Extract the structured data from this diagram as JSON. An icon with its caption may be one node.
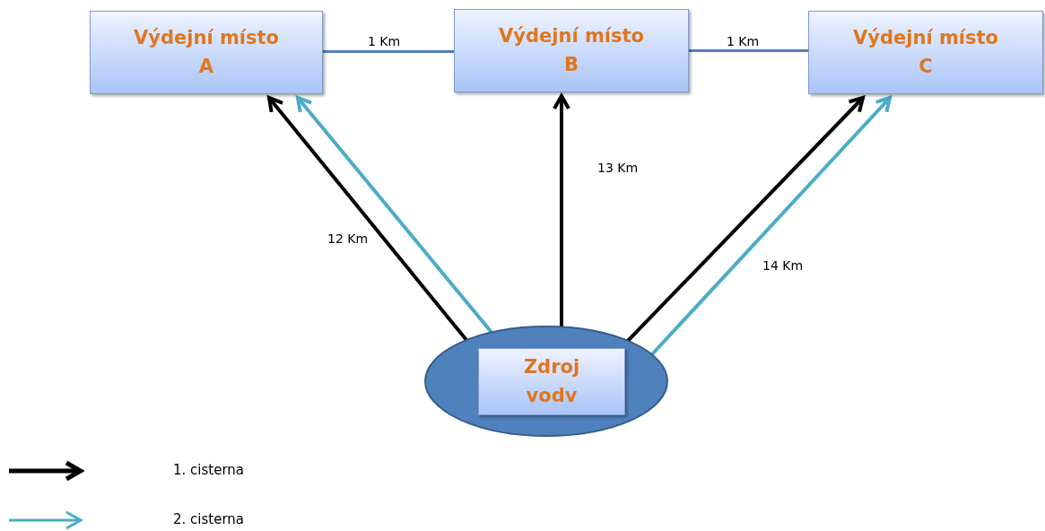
{
  "diagram": {
    "nodes": [
      {
        "text": [
          "Výdejní místo",
          "A"
        ]
      },
      {
        "text": [
          "Výdejní místo",
          "B"
        ]
      },
      {
        "text": [
          "Výdejní místo",
          "C"
        ]
      },
      {
        "text": [],
        "shape": "ellipse"
      },
      {
        "text": [
          "Zdroj vodv"
        ],
        "in": 3
      }
    ],
    "edges": [
      {
        "from": 0,
        "to": 1,
        "arrow": "none",
        "label": "1 Km",
        "color": "#4f81bd"
      },
      {
        "from": 1,
        "to": 2,
        "arrow": "none",
        "label": "1 Km",
        "color": "#4f81bd"
      },
      {
        "from": 3,
        "to": 0,
        "arrow": "to",
        "label": "12 Km"
      },
      {
        "from": 3,
        "to": 0,
        "arrow": "to",
        "color": "#4bacc6"
      },
      {
        "from": 3,
        "to": 1,
        "arrow": "to",
        "label": "13 Km"
      },
      {
        "from": 3,
        "to": 2,
        "arrow": "to"
      },
      {
        "from": 3,
        "to": 2,
        "arrow": "to",
        "color": "#4bacc6",
        "label": "14 Km"
      }
    ],
    "legend": [
      {
        "text": "1. cisterna"
      },
      {
        "text": "2. cisterna"
      }
    ]
  }
}
